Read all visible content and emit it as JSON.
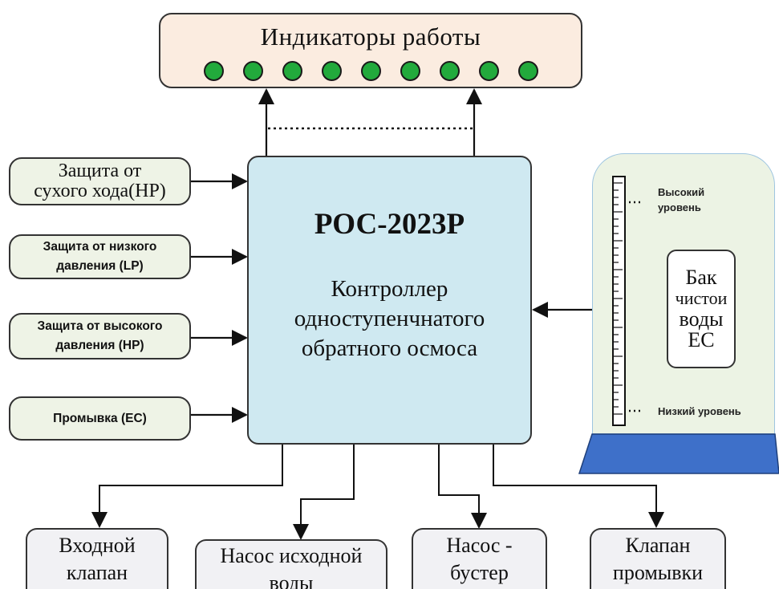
{
  "indicators": {
    "title": "Индикаторы работы",
    "led_count": 9,
    "led_color": "#22aa3c"
  },
  "inputs": [
    {
      "line1": "Защита от",
      "line2": "сухого хода(HP)"
    },
    {
      "line1": "Защита от низкого",
      "line2": "давления (LP)"
    },
    {
      "line1": "Защита от высокого",
      "line2": "давления (HP)"
    },
    {
      "line1": "Промывка (EC)"
    }
  ],
  "controller": {
    "model": "РОС-2023Р",
    "desc_line1": "Контроллер",
    "desc_line2": "одноступенчнатого",
    "desc_line3": "обратного осмоса",
    "fill_color": "#cfe9f1"
  },
  "tank": {
    "high_level": "Высокий уровень",
    "low_level": "Низкий уровень",
    "label_line1": "Бак",
    "label_line2": "чистои",
    "label_line3": "воды",
    "label_line4": "ЕС",
    "base_color": "#3e70c9"
  },
  "outputs": [
    {
      "line1": "Входной",
      "line2": "клапан"
    },
    {
      "line1": "Насос исходной",
      "line2": "воды"
    },
    {
      "line1": "Насос -",
      "line2": "бустер"
    },
    {
      "line1": "Клапан",
      "line2": "промывки"
    }
  ]
}
